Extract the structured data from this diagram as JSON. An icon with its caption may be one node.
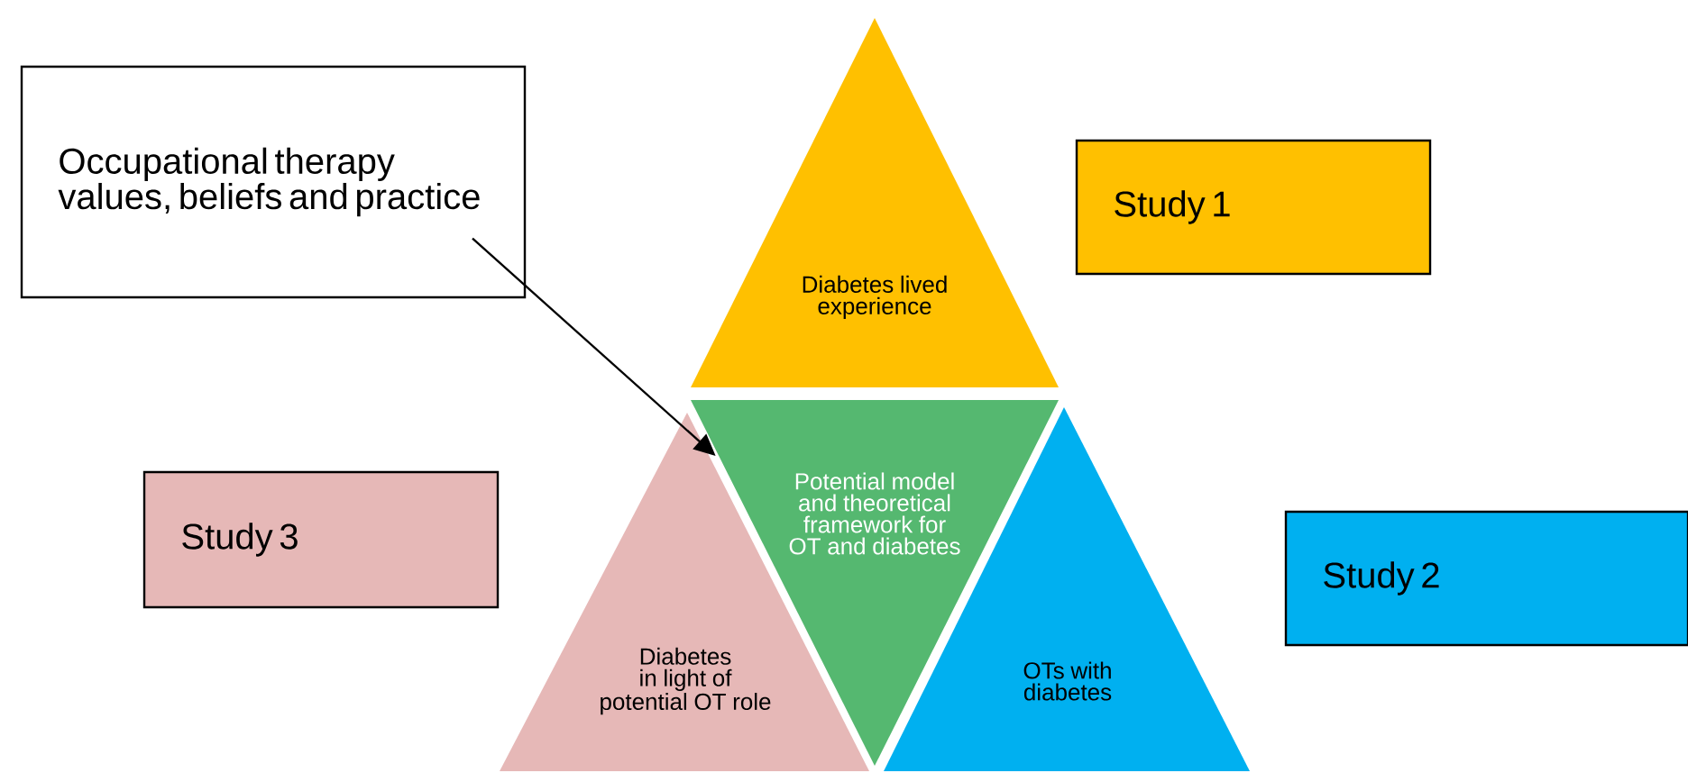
{
  "diagram": {
    "nodes": [
      {
        "text": [
          "Occupational therapy values, beliefs and practice"
        ]
      },
      {
        "text": [
          "Study 1"
        ]
      },
      {
        "text": [
          "Diabetes lived experience"
        ]
      },
      {
        "text": [
          "Potential model and theoretical framework for OT and diabetes"
        ]
      },
      {
        "text": [
          "Study 3"
        ]
      },
      {
        "text": [
          "Diabetes in light of potential OT role"
        ]
      },
      {
        "text": [
          "OTs with diabetes"
        ]
      },
      {
        "text": [
          "Study 2"
        ]
      }
    ],
    "edges": [
      {
        "from": 0,
        "to": 3,
        "arrow": "to"
      }
    ]
  }
}
